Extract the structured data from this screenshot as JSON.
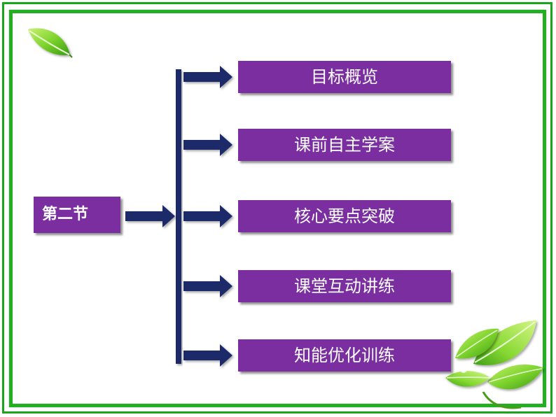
{
  "section": {
    "label": "第二节"
  },
  "items": [
    {
      "label": "目标概览"
    },
    {
      "label": "课前自主学案"
    },
    {
      "label": "核心要点突破"
    },
    {
      "label": "课堂互动讲练"
    },
    {
      "label": "知能优化训练"
    }
  ],
  "colors": {
    "box": "#7a2ea0",
    "arrow": "#1d2a6b",
    "frame": "#22b022",
    "leaf": "#7fd42e"
  },
  "icons": [
    "leaf-icon",
    "arrow-icon"
  ]
}
